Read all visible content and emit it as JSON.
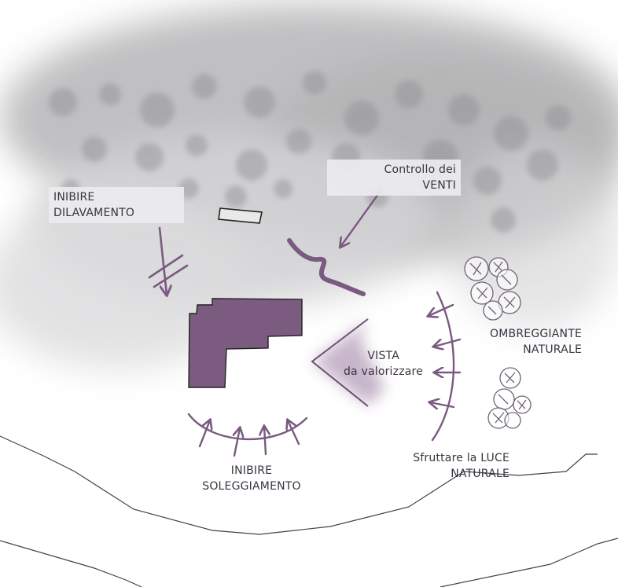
{
  "colors": {
    "accent": "#7a5a80",
    "building": "#7b5b80",
    "vista_fill": "#9a7aa0",
    "text": "#3b3340"
  },
  "labels": {
    "inibire_dilavamento": {
      "line1": "INIBIRE",
      "line2": "DILAVAMENTO"
    },
    "controllo_venti": {
      "line1": "Controllo dei",
      "line2": "VENTI"
    },
    "ombreggiante_naturale": {
      "line1": "OMBREGGIANTE",
      "line2": "NATURALE"
    },
    "vista": {
      "line1": "VISTA",
      "line2": "da valorizzare"
    },
    "luce_naturale": {
      "line1": "Sfruttare la LUCE",
      "line2": "NATURALE"
    },
    "inibire_soleggiamento": {
      "line1": "INIBIRE",
      "line2": "SOLEGGIAMENTO"
    }
  }
}
